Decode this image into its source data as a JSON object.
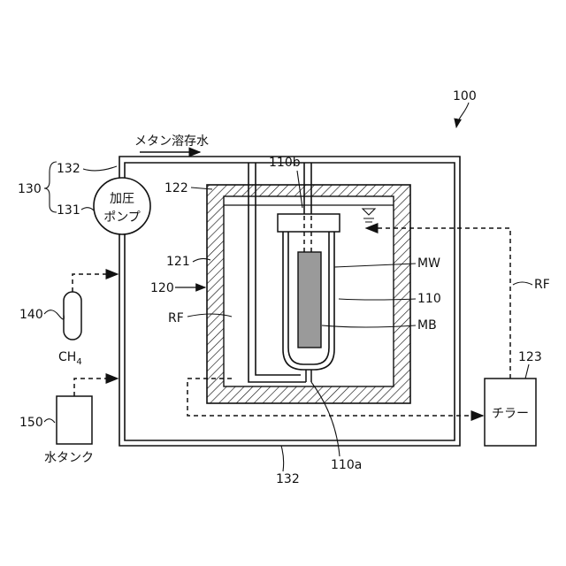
{
  "figure": {
    "ref_main": "100",
    "flow_label": "メタン溶存水",
    "labels": {
      "l130": "130",
      "l132_top": "132",
      "l131": "131",
      "pump": [
        "加圧",
        "ポンプ"
      ],
      "l122": "122",
      "l121": "121",
      "l120": "120",
      "rf_left": "RF",
      "l140": "140",
      "ch4": "CH",
      "ch4_sub": "4",
      "l150": "150",
      "water_tank": "水タンク",
      "l110b": "110b",
      "mw": "MW",
      "l110": "110",
      "mb": "MB",
      "rf_right": "RF",
      "l123": "123",
      "chiller": "チラー",
      "l132_bottom": "132",
      "l110a": "110a"
    }
  }
}
